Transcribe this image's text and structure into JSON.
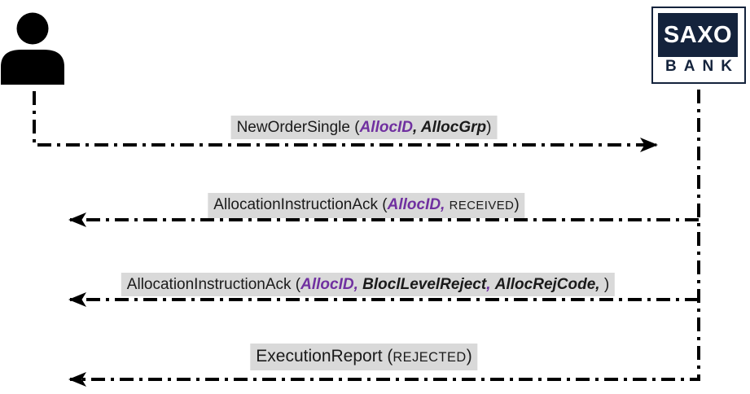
{
  "actors": {
    "client": {
      "icon": "person-icon"
    },
    "bank": {
      "logo_line1": "SAXO",
      "logo_line2": "BANK"
    }
  },
  "messages": [
    {
      "name": "NewOrderSingle",
      "direction": "client-to-bank",
      "segments": [
        {
          "text": "NewOrderSingle (",
          "style": "plain"
        },
        {
          "text": "AllocID",
          "style": "purple"
        },
        {
          "text": ", ",
          "style": "bold"
        },
        {
          "text": "AllocGrp",
          "style": "bold"
        },
        {
          "text": ")",
          "style": "plain"
        }
      ]
    },
    {
      "name": "AllocationInstructionAck-received",
      "direction": "bank-to-client",
      "segments": [
        {
          "text": "AllocationInstructionAck (",
          "style": "plain"
        },
        {
          "text": "AllocID",
          "style": "purple"
        },
        {
          "text": ",",
          "style": "purple"
        },
        {
          "text": " ",
          "style": "plain"
        },
        {
          "text": "RECEIVED",
          "style": "smallcaps"
        },
        {
          "text": ")",
          "style": "plain"
        }
      ]
    },
    {
      "name": "AllocationInstructionAck-reject",
      "direction": "bank-to-client",
      "segments": [
        {
          "text": "AllocationInstructionAck (",
          "style": "plain"
        },
        {
          "text": "AllocID,",
          "style": "purple"
        },
        {
          "text": " ",
          "style": "plain"
        },
        {
          "text": "BloclLevelReject",
          "style": "bold"
        },
        {
          "text": ",",
          "style": "purple"
        },
        {
          "text": " ",
          "style": "plain"
        },
        {
          "text": "AllocRejCode,",
          "style": "bold"
        },
        {
          "text": " )",
          "style": "plain"
        }
      ]
    },
    {
      "name": "ExecutionReport-rejected",
      "direction": "bank-to-client",
      "segments": [
        {
          "text": "ExecutionReport (",
          "style": "plain"
        },
        {
          "text": "REJECTED",
          "style": "smallcaps"
        },
        {
          "text": ")",
          "style": "plain"
        }
      ]
    }
  ],
  "colors": {
    "line": "#000000",
    "highlight": "#d9d9d9",
    "field_purple": "#7030a0",
    "logo_navy": "#14233c"
  }
}
